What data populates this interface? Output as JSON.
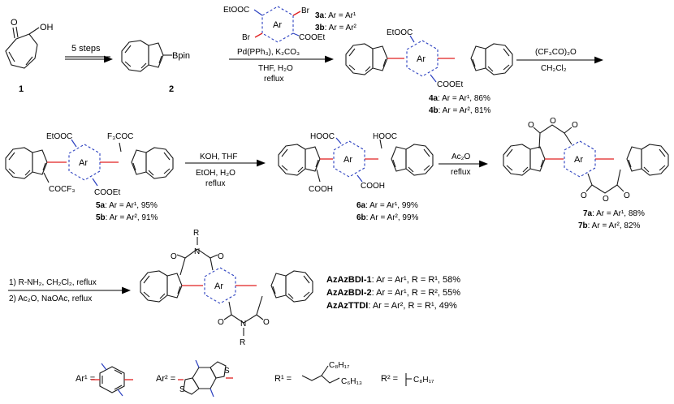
{
  "compounds": {
    "c1": "1",
    "c2": "2",
    "c2_group": "Bpin",
    "ester_left": "EtOOC",
    "ester_right": "COOEt",
    "br": "Br",
    "ar": "Ar",
    "c3a": "3a: Ar = Ar¹",
    "c3b": "3b: Ar = Ar²",
    "c4a": "4a: Ar = Ar¹, 86%",
    "c4b": "4b: Ar = Ar², 81%",
    "f3c": "F₃COC",
    "cof3": "COCF₃",
    "c5a": "5a: Ar = Ar¹, 95%",
    "c5b": "5b: Ar = Ar², 91%",
    "hooc": "HOOC",
    "cooh": "COOH",
    "c6a": "6a: Ar = Ar¹, 99%",
    "c6b": "6b: Ar = Ar², 99%",
    "o": "O",
    "c7a": "7a: Ar = Ar¹, 88%",
    "c7b": "7b: Ar = Ar², 82%",
    "n": "N",
    "r": "R",
    "p1": "AzAzBDI-1: Ar = Ar¹, R = R¹, 58%",
    "p2": "AzAzBDI-2: Ar = Ar¹, R = R², 55%",
    "p3": "AzAzTTDI: Ar = Ar², R = R¹, 49%"
  },
  "reagents": {
    "r1": "5 steps",
    "r2a": "Pd(PPh₃), K₂CO₃",
    "r2b": "THF, H₂O",
    "r2c": "reflux",
    "r3": "(CF₃CO)₂O",
    "r3b": "CH₂Cl₂",
    "r4a": "KOH, THF",
    "r4b": "EtOH, H₂O",
    "r4c": "reflux",
    "r5a": "Ac₂O",
    "r5b": "reflux",
    "r6a": "1) R-NH₂, CH₂Cl₂, reflux",
    "r6b": "2) Ac₂O, NaOAc, reflux"
  },
  "legend": {
    "ar1": "Ar¹ =",
    "ar2": "Ar² =",
    "s": "S",
    "r1": "R¹ =",
    "r1_top": "C₈H₁₇",
    "r1_bottom": "C₆H₁₃",
    "r2": "R² =",
    "r2_group": "C₈H₁₇"
  },
  "colors": {
    "aryl_bond": "#e02020",
    "ester_bond": "#2a3fbf",
    "bond": "#1a1a1a"
  }
}
